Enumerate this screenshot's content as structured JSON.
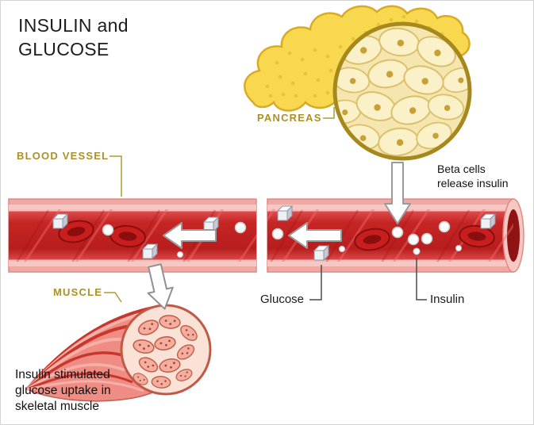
{
  "title": {
    "line1": "INSULIN and",
    "line2": "GLUCOSE"
  },
  "labels": {
    "pancreas": "PANCREAS",
    "blood_vessel": "BLOOD VESSEL",
    "beta_cells_line1": "Beta cells",
    "beta_cells_line2": "release insulin",
    "glucose": "Glucose",
    "insulin": "Insulin",
    "muscle": "MUSCLE"
  },
  "caption": {
    "line1": "Insulin stimulated",
    "line2": "glucose uptake in",
    "line3": "skeletal muscle"
  },
  "colors": {
    "label_olive": "#ab9028",
    "pancreas_yellow": "#f8d84f",
    "vessel_wall_pink": "#f7c8c3",
    "vessel_lumen_red": "#c52323",
    "muscle_pink": "#f4ae9f",
    "text_dark": "#1a1a1a"
  }
}
